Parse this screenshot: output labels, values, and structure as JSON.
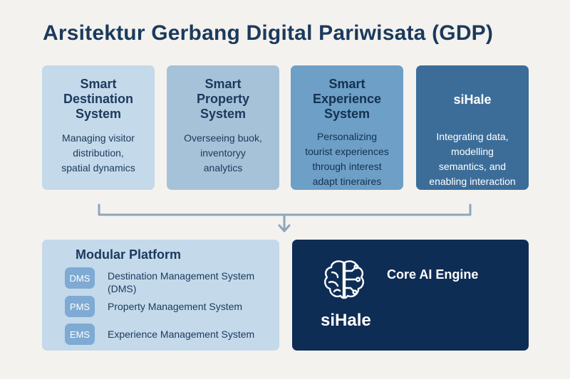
{
  "title": "Arsitektur Gerbang Digital Pariwisata (GDP)",
  "cards": [
    {
      "title": "Smart\nDestination\nSystem",
      "desc": "Managing visitor\ndistribution,\nspatial dynamics"
    },
    {
      "title": "Smart\nProperty\nSystem",
      "desc": "Overseeing buok,\ninventoryy\nanalytics"
    },
    {
      "title": "Smart\nExperience\nSystem",
      "desc": "Personalizing\ntourist experiences\nthrough interest\nadapt tineraires"
    },
    {
      "title": "siHale",
      "desc": "Integrating data,\nmodelling\nsemantics, and\nenabling interaction"
    }
  ],
  "modular": {
    "title": "Modular Platform",
    "items": [
      {
        "badge": "DMS",
        "label": "Destination Management System\n(DMS)"
      },
      {
        "badge": "PMS",
        "label": "Property Management System"
      },
      {
        "badge": "EMS",
        "label": "Experience Management System"
      }
    ]
  },
  "core": {
    "title": "Core AI Engine",
    "name": "siHale",
    "icon": "brain-circuit-icon"
  },
  "colors": {
    "background": "#f4f2ef",
    "title": "#1b3a5c",
    "card1": "#c4d9ea",
    "card2": "#a5c2d9",
    "card3": "#6d9fc7",
    "card4": "#3c6d99",
    "core": "#0e2d55",
    "badge": "#7eaad3",
    "connector": "#8ea6bb"
  }
}
